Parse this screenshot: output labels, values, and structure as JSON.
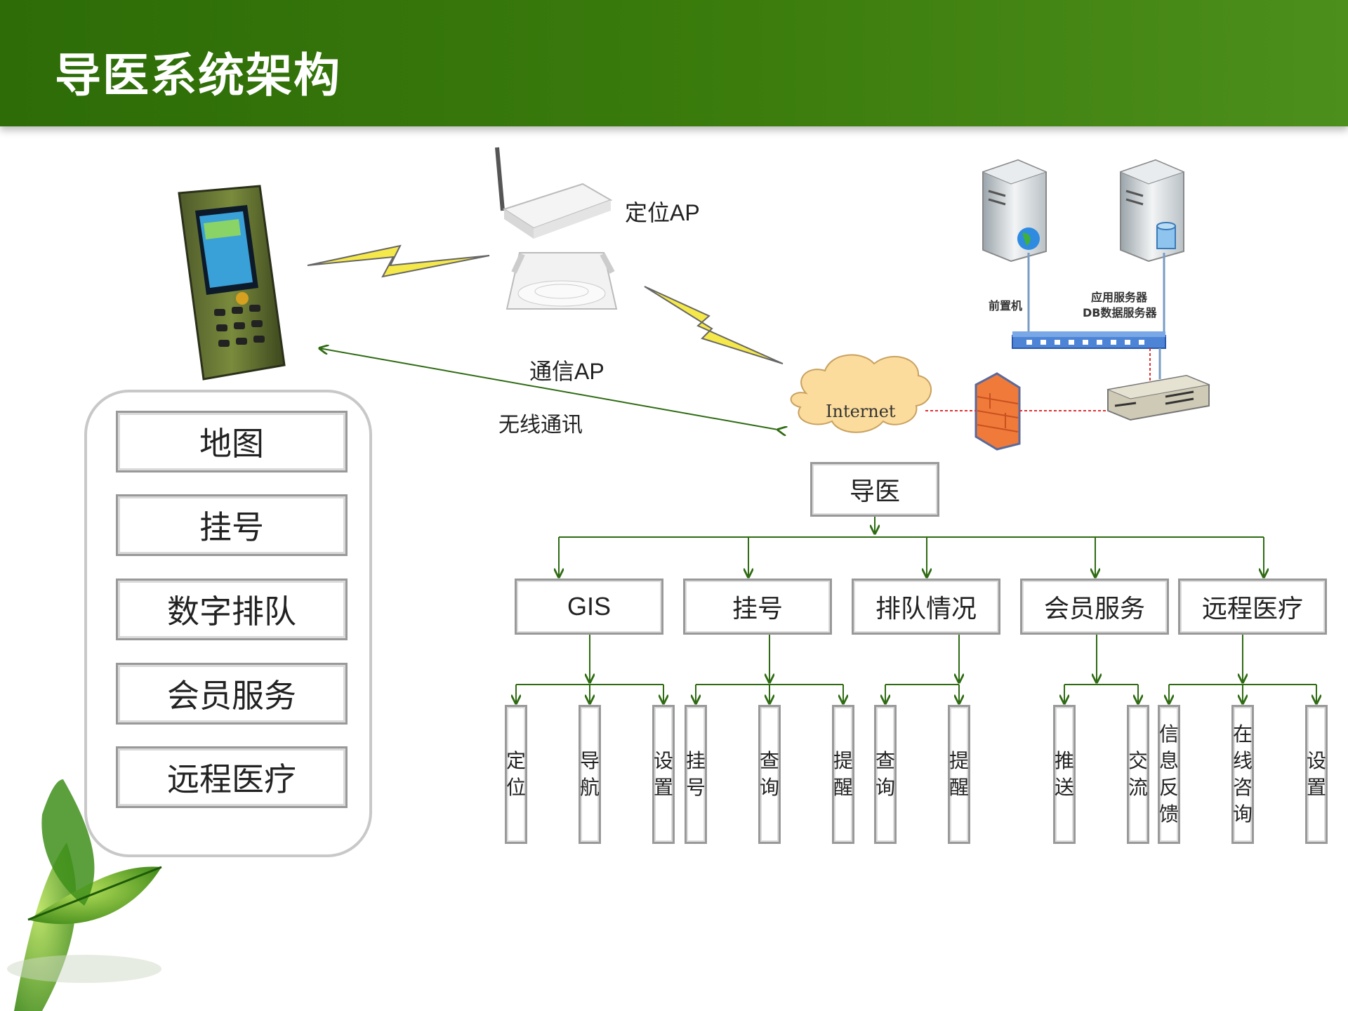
{
  "title": "导医系统架构",
  "menu": [
    "地图",
    "挂号",
    "数字排队",
    "会员服务",
    "远程医疗"
  ],
  "network": {
    "positioning_ap": "定位AP",
    "comm_ap": "通信AP",
    "wireless": "无线通讯",
    "internet": "Internet",
    "front_server": "前置机",
    "app_server_1": "应用服务器",
    "app_server_2": "DB数据服务器"
  },
  "tree": {
    "root": "导医",
    "modules": [
      "GIS",
      "挂号",
      "排队情况",
      "会员服务",
      "远程医疗"
    ],
    "leaves": [
      "定位",
      "导航",
      "设置",
      "挂号",
      "查询",
      "提醒",
      "查询",
      "提醒",
      "推送",
      "交流",
      "信息反馈",
      "在线咨询",
      "设置"
    ]
  },
  "colors": {
    "header": "#3b7c0d",
    "connector": "#2e6b12",
    "box_border": "#999999"
  }
}
